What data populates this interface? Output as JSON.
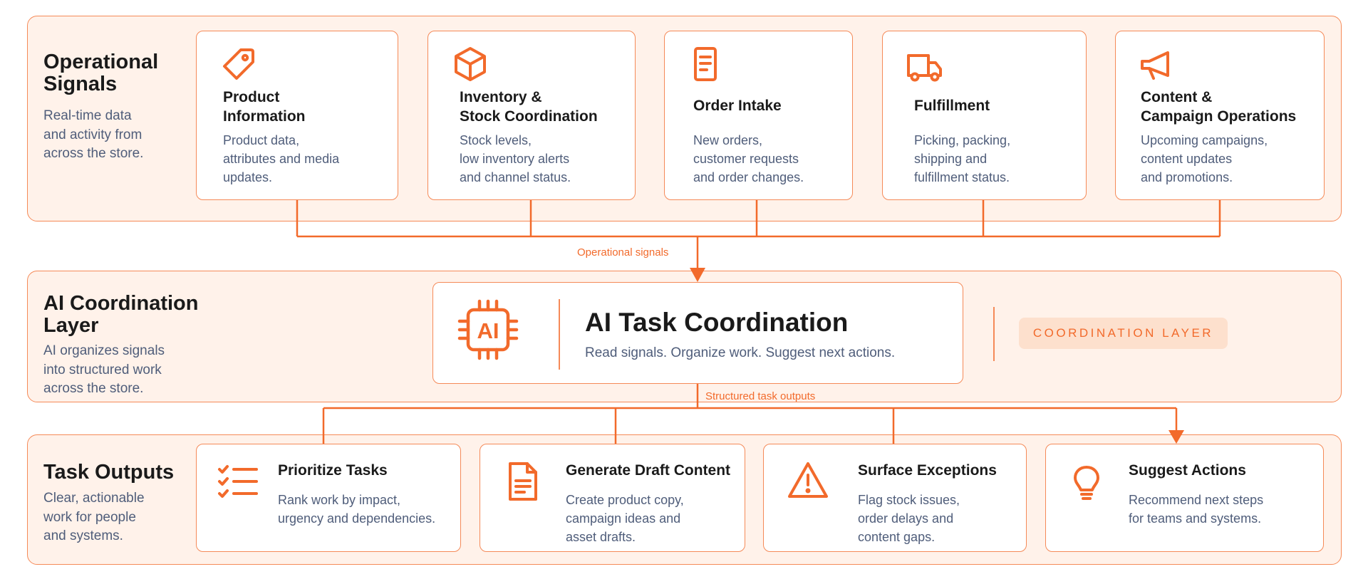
{
  "bands": {
    "signals": {
      "title": "Operational\nSignals",
      "desc": "Real-time data\nand activity from\nacross the store."
    },
    "coord": {
      "title": "AI Coordination\nLayer",
      "desc": "AI organizes signals\ninto structured work\nacross the store."
    },
    "outputs": {
      "title": "Task Outputs",
      "desc": "Clear, actionable\nwork for people\nand systems."
    }
  },
  "signal_cards": [
    {
      "icon": "price-tag-icon",
      "title": "Product\nInformation",
      "desc": "Product data,\nattributes and media\nupdates."
    },
    {
      "icon": "cube-box-icon",
      "title": "Inventory &\nStock Coordination",
      "desc": "Stock levels,\nlow inventory alerts\nand channel status."
    },
    {
      "icon": "document-icon",
      "title": "Order Intake",
      "desc": "New orders,\ncustomer requests\nand order changes."
    },
    {
      "icon": "delivery-truck-icon",
      "title": "Fulfillment",
      "desc": "Picking, packing,\nshipping and\nfulfillment status."
    },
    {
      "icon": "megaphone-icon",
      "title": "Content &\nCampaign Operations",
      "desc": "Upcoming campaigns,\ncontent updates\nand promotions."
    }
  ],
  "connectors": {
    "signals_label": "Operational signals",
    "outputs_label": "Structured task outputs"
  },
  "ai_card": {
    "icon": "ai-chip-icon",
    "chip_text": "AI",
    "title": "AI Task Coordination",
    "subtitle": "Read signals. Organize work. Suggest next actions."
  },
  "coord_badge": "COORDINATION LAYER",
  "output_cards": [
    {
      "icon": "checklist-icon",
      "title": "Prioritize Tasks",
      "desc": "Rank work by impact,\nurgency and dependencies."
    },
    {
      "icon": "draft-document-icon",
      "title": "Generate Draft Content",
      "desc": "Create product copy,\ncampaign ideas and\nasset drafts."
    },
    {
      "icon": "warning-triangle-icon",
      "title": "Surface Exceptions",
      "desc": "Flag stock issues,\norder delays and\ncontent gaps."
    },
    {
      "icon": "lightbulb-icon",
      "title": "Suggest Actions",
      "desc": "Recommend next steps\nfor teams and systems."
    }
  ],
  "colors": {
    "accent": "#f26a2b",
    "border": "#f58a58",
    "band_bg": "#fff2ea",
    "badge_bg": "#fde0cd",
    "heading": "#1a1a1a",
    "body_text": "#4f5d7a"
  }
}
